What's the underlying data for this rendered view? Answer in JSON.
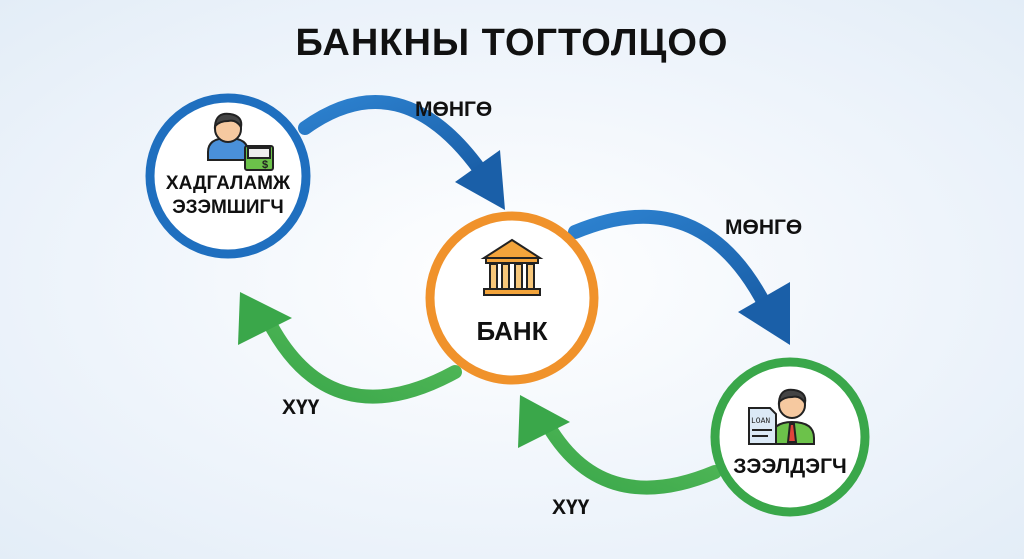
{
  "title": "БАНКНЫ ТОГТОЛЦОО",
  "nodes": {
    "depositor": {
      "line1": "ХАДГАЛАМЖ",
      "line2": "ЭЗЭМШИГЧ",
      "color": "#1f6fbf"
    },
    "bank": {
      "label": "БАНК",
      "color": "#f0922b"
    },
    "borrower": {
      "label": "ЗЭЭЛДЭГЧ",
      "color": "#3aa74a",
      "doc_text": "LOAN"
    }
  },
  "arrows": {
    "money1": "МӨНГӨ",
    "money2": "МӨНГӨ",
    "interest1": "ХҮҮ",
    "interest2": "ХҮҮ"
  }
}
